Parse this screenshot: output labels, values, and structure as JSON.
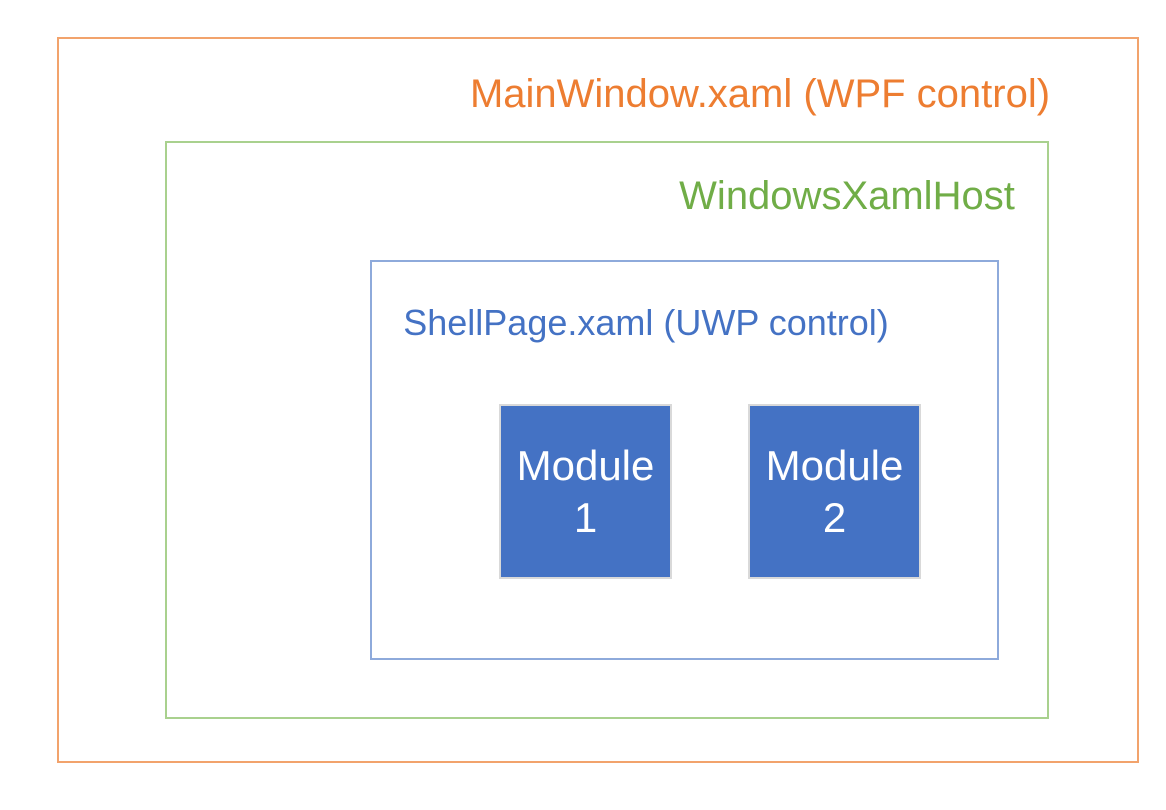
{
  "colors": {
    "background": "#FFFFFF",
    "orange-text": "#ED7D31",
    "orange-border": "#F2A36C",
    "green-text": "#70AD47",
    "green-border": "#A9D18E",
    "blue-text": "#4472C4",
    "blue-border": "#8EAADB",
    "module-fill": "#4472C4",
    "module-border": "#D9D9D9",
    "module-text": "#FFFFFF"
  },
  "diagram": {
    "outer_label": "MainWindow.xaml (WPF control)",
    "host_label": "WindowsXamlHost",
    "shell_label": "ShellPage.xaml (UWP control)",
    "modules": [
      {
        "name": "Module",
        "number": "1"
      },
      {
        "name": "Module",
        "number": "2"
      }
    ]
  }
}
